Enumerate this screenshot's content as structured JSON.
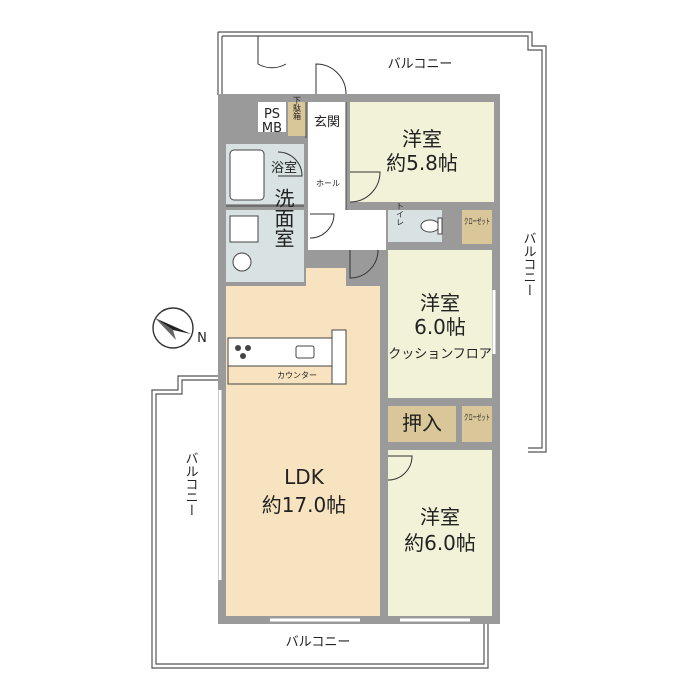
{
  "labels": {
    "balcony_top": "バルコニー",
    "balcony_right": "バルコニー",
    "balcony_left": "バルコニー",
    "balcony_bottom": "バルコニー",
    "ps": "PS",
    "mb": "MB",
    "shoe_box": "下駄箱",
    "entrance": "玄関",
    "hall": "ホール",
    "bath": "浴室",
    "washroom": "洗面室",
    "toilet": "トイレ",
    "closet1": "クローゼット",
    "closet2": "クローゼット",
    "western1_name": "洋室",
    "western1_size": "約5.8帖",
    "western2_name": "洋室",
    "western2_size": "6.0帖",
    "western2_floor": "クッションフロア",
    "oshiire": "押入",
    "western3_name": "洋室",
    "western3_size": "約6.0帖",
    "ldk_name": "LDK",
    "ldk_size": "約17.0帖",
    "counter": "カウンター",
    "north": "N"
  },
  "colors": {
    "wall": "#9a9a9a",
    "ldk_floor": "#f7e3c0",
    "room_floor": "#f2f2d9",
    "wet_floor": "#d8e2e2",
    "storage": "#d9c79a",
    "white": "#ffffff"
  },
  "icons": [
    "compass-icon",
    "door-swing-icon",
    "bathtub-icon",
    "sink-icon",
    "toilet-icon",
    "stove-icon"
  ]
}
